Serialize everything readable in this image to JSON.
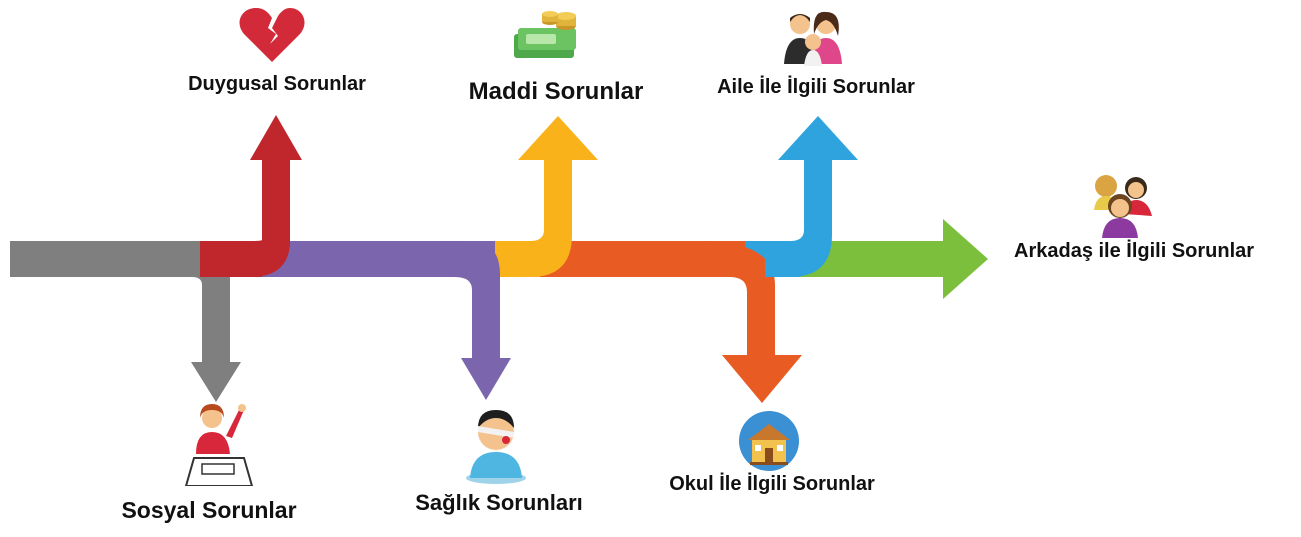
{
  "labels": {
    "emotional": "Duygusal Sorunlar",
    "financial": "Maddi Sorunlar",
    "family": "Aile İle İlgili Sorunlar",
    "friends": "Arkadaş ile İlgili Sorunlar",
    "social": "Sosyal Sorunlar",
    "health": "Sağlık Sorunları",
    "school": "Okul İle İlgili Sorunlar"
  },
  "colors": {
    "gray": "#7f7f7f",
    "red": "#c0272d",
    "purple": "#7b65ad",
    "yellow": "#f9b21a",
    "orange": "#e85b23",
    "blue": "#2ea3dd",
    "green": "#7cbf3d"
  },
  "icons": {
    "emotional": "broken-heart-icon",
    "financial": "money-stack-icon",
    "family": "family-icon",
    "friends": "friends-group-icon",
    "social": "student-raising-hand-icon",
    "health": "injured-person-icon",
    "school": "school-building-icon"
  }
}
